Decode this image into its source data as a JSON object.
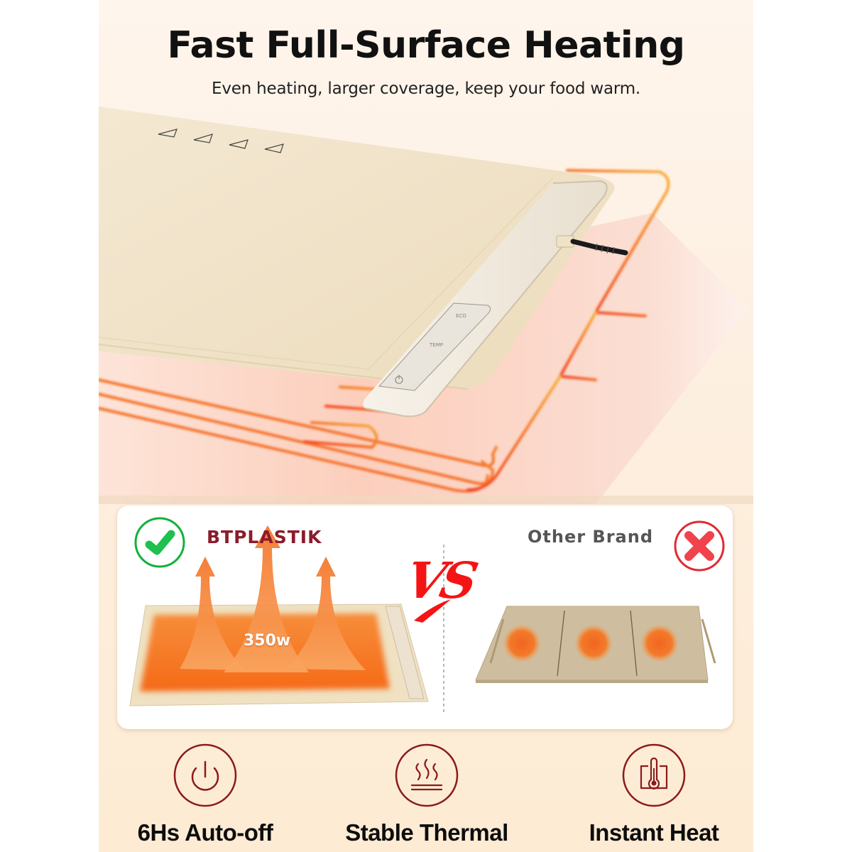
{
  "header": {
    "title": "Fast Full-Surface Heating",
    "subtitle": "Even heating, larger coverage, keep your food warm."
  },
  "product": {
    "control_panel_buttons": [
      "timer",
      "temperature",
      "power"
    ],
    "warning_icons": 4,
    "colors": {
      "tray": "#efe0c4",
      "control_bar": "#f1ebe0",
      "heating_wire_near": "#f4562a",
      "heating_wire_far": "#f7a63a",
      "heat_glow": "#fbc1ad"
    }
  },
  "comparison": {
    "left": {
      "brand": "BTPLASTIK",
      "power": "350w",
      "verdict_icon": "check-circle-icon",
      "color": "#1fc04e"
    },
    "vs": "VS",
    "right": {
      "brand": "Other Brand",
      "verdict_icon": "x-circle-icon",
      "color": "#f0353f"
    }
  },
  "features": [
    {
      "icon": "power-icon",
      "label": "6Hs Auto-off"
    },
    {
      "icon": "heat-waves-icon",
      "label": "Stable Thermal"
    },
    {
      "icon": "thermometer-icon",
      "label": "Instant Heat"
    }
  ],
  "accent_color": "#8b1a1a"
}
